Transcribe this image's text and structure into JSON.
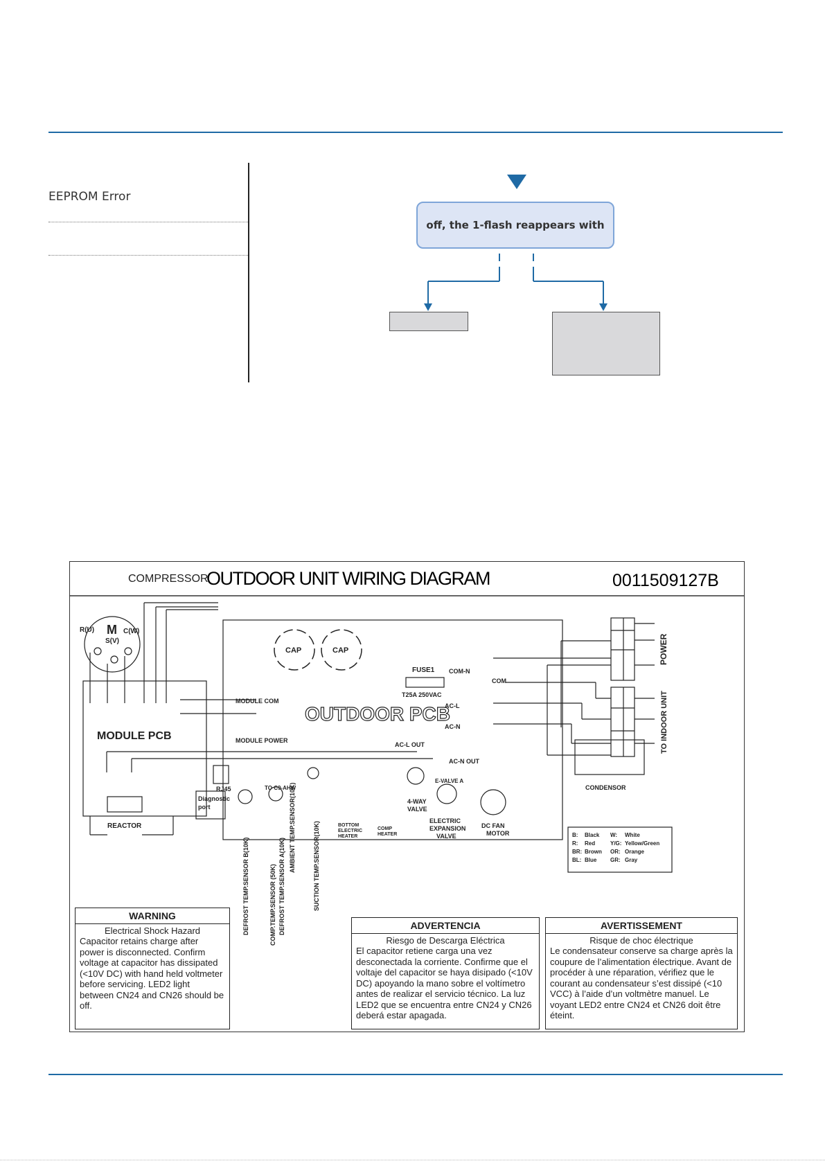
{
  "sidebar": {
    "title": "EEPROM Error"
  },
  "flowchart": {
    "box_text": "off, the 1-flash  reappears with"
  },
  "diagram": {
    "title": "OUTDOOR UNIT WIRING DIAGRAM",
    "code": "0011509127B",
    "labels": {
      "compressor": "COMPRESSOR",
      "motor_m": "M",
      "ru": "R(U)",
      "sv": "S(V)",
      "cw": "C(W)",
      "cap": "CAP",
      "fuse": "FUSE1",
      "fuse_rating": "T25A 250VAC",
      "outdoor_pcb": "OUTDOOR PCB",
      "module_pcb": "MODULE PCB",
      "module_com": "MODULE COM",
      "module_power": "MODULE POWER",
      "reactor": "REACTOR",
      "rj45": "RJ45",
      "diag_port_1": "Diagnostic",
      "diag_port_2": "port",
      "power": "POWER",
      "to_indoor": "TO INDOOR UNIT",
      "condensor": "CONDENSOR",
      "four_way_1": "4-WAY",
      "four_way_2": "VALVE",
      "eev_1": "ELECTRIC",
      "eev_2": "EXPANSION",
      "eev_3": "VALVE",
      "fan_1": "DC FAN",
      "fan_2": "MOTOR",
      "bottom_heater_1": "BOTTOM",
      "bottom_heater_2": "ELECTRIC",
      "bottom_heater_3": "HEATER",
      "comp_heater_1": "COMP",
      "comp_heater_2": "HEATER",
      "sensor_defrost": "DEFROST TEMP.SENSOR  B(10K)",
      "sensor_comp": "COMP.TEMP.SENSOR  (50K)",
      "sensor_defrost_a": "DEFROST TEMP.SENSOR A(10K)",
      "sensor_ambient": "AMBIENT TEMP.SENSOR(10K)",
      "sensor_suction": "SUCTION  TEMP.SENSOR(10K)",
      "ac_l_out": "AC-L OUT",
      "ac_n_out": "AC-N OUT",
      "com_n": "COM-N",
      "com": "COM",
      "ac_l": "AC-L",
      "ac_n": "AC-N",
      "to_c9_ahw": "TO C9-AHW",
      "e_valve_a": "E-VALVE A"
    },
    "legend": [
      {
        "code": "B:",
        "color": "Black",
        "code2": "W:",
        "color2": "White"
      },
      {
        "code": "R:",
        "color": "Red",
        "code2": "Y/G:",
        "color2": "Yellow/Green"
      },
      {
        "code": "BR:",
        "color": "Brown",
        "code2": "OR:",
        "color2": "Orange"
      },
      {
        "code": "BL:",
        "color": "Blue",
        "code2": "GR:",
        "color2": "Gray"
      }
    ]
  },
  "warnings": {
    "en": {
      "heading": "WARNING",
      "subheading": "Electrical Shock Hazard",
      "body": "Capacitor retains charge after power is disconnected. Confirm voltage at capacitor has dissipated (<10V DC) with hand held voltmeter before servicing.  LED2 light between CN24 and CN26 should be off."
    },
    "es": {
      "heading": "ADVERTENCIA",
      "subheading": "Riesgo de Descarga Eléctrica",
      "body": "El capacitor retiene carga una vez desconectada la corriente. Confirme que el voltaje del capacitor se haya disipado (<10V DC) apoyando la mano sobre el voltímetro antes de realizar el servicio técnico. La luz LED2 que se encuentra entre CN24 y CN26 deberá estar apagada."
    },
    "fr": {
      "heading": "AVERTISSEMENT",
      "subheading": "Risque de choc électrique",
      "body": "Le condensateur conserve sa charge après la coupure de l’alimentation électrique. Avant de procéder à une réparation, vérifiez que le courant au condensateur s’est dissipé (<10 VCC) à l’aide d’un voltmètre manuel. Le voyant LED2 entre CN24 et CN26 doit être éteint."
    }
  },
  "colors": {
    "rule": "#1f6aa5",
    "flow_arrow": "#1f6aa5",
    "flow_box_fill": "#dde5f5",
    "flow_box_border": "#7ea5d8",
    "gray_box": "#d9d9db"
  }
}
